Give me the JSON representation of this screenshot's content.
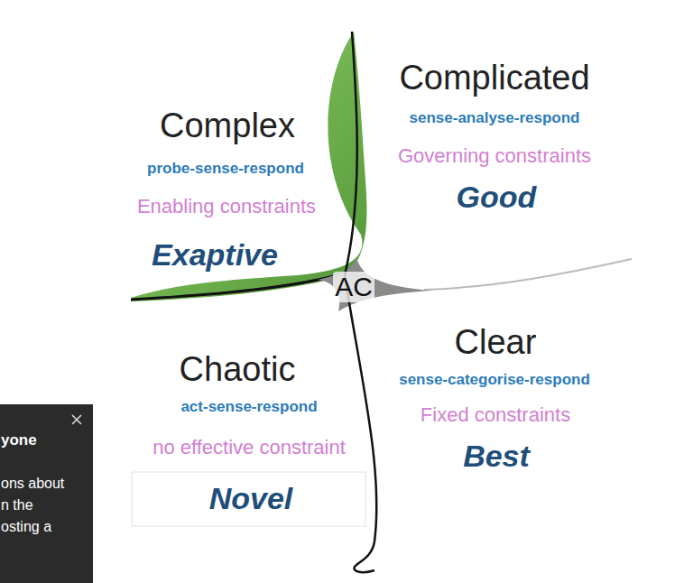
{
  "diagram": {
    "nodes": [
      {
        "text": [
          "Complex",
          "probe-sense-respond",
          "Enabling constraints",
          "Exaptive"
        ]
      },
      {
        "text": [
          "Complicated",
          "sense-analyse-respond",
          "Governing constraints",
          "Good"
        ]
      },
      {
        "text": [
          "AC"
        ]
      },
      {
        "text": [
          "Chaotic",
          "act-sense-respond",
          "no effective constraint",
          "Novel"
        ]
      },
      {
        "text": [
          "Clear",
          "sense-categorise-respond",
          "Fixed constraints",
          "Best"
        ]
      },
      {
        "text": [
          "yone",
          "ons about n the osting a"
        ]
      }
    ]
  }
}
